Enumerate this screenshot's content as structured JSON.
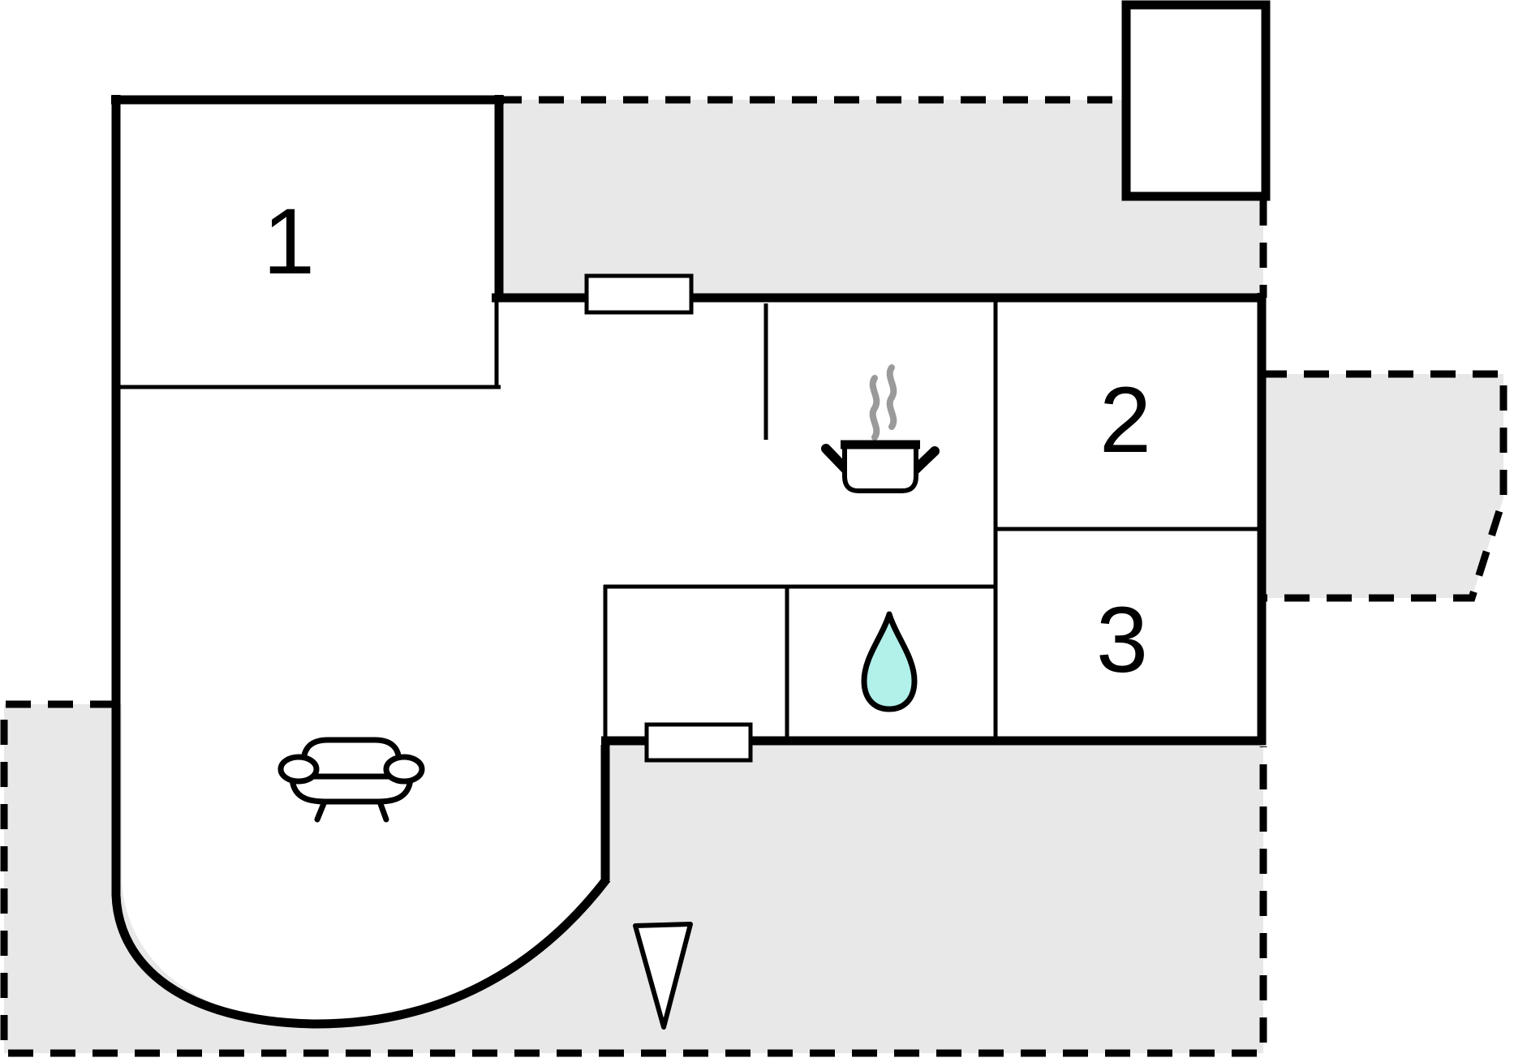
{
  "plan": {
    "rooms": [
      {
        "label": "1"
      },
      {
        "label": "2"
      },
      {
        "label": "3"
      }
    ],
    "icons": [
      {
        "name": "pot-with-steam-icon",
        "meaning": "kitchen / stove"
      },
      {
        "name": "water-drop-icon",
        "meaning": "bathroom / wet room"
      },
      {
        "name": "sofa-icon",
        "meaning": "living room"
      },
      {
        "name": "cone-marker-icon",
        "meaning": "orientation marker"
      }
    ],
    "colors": {
      "terrace": "#e8e8e8",
      "wall": "#000000",
      "water_drop": "#b2f0ea",
      "steam": "#9a9a9a",
      "room_fill": "#ffffff"
    }
  }
}
